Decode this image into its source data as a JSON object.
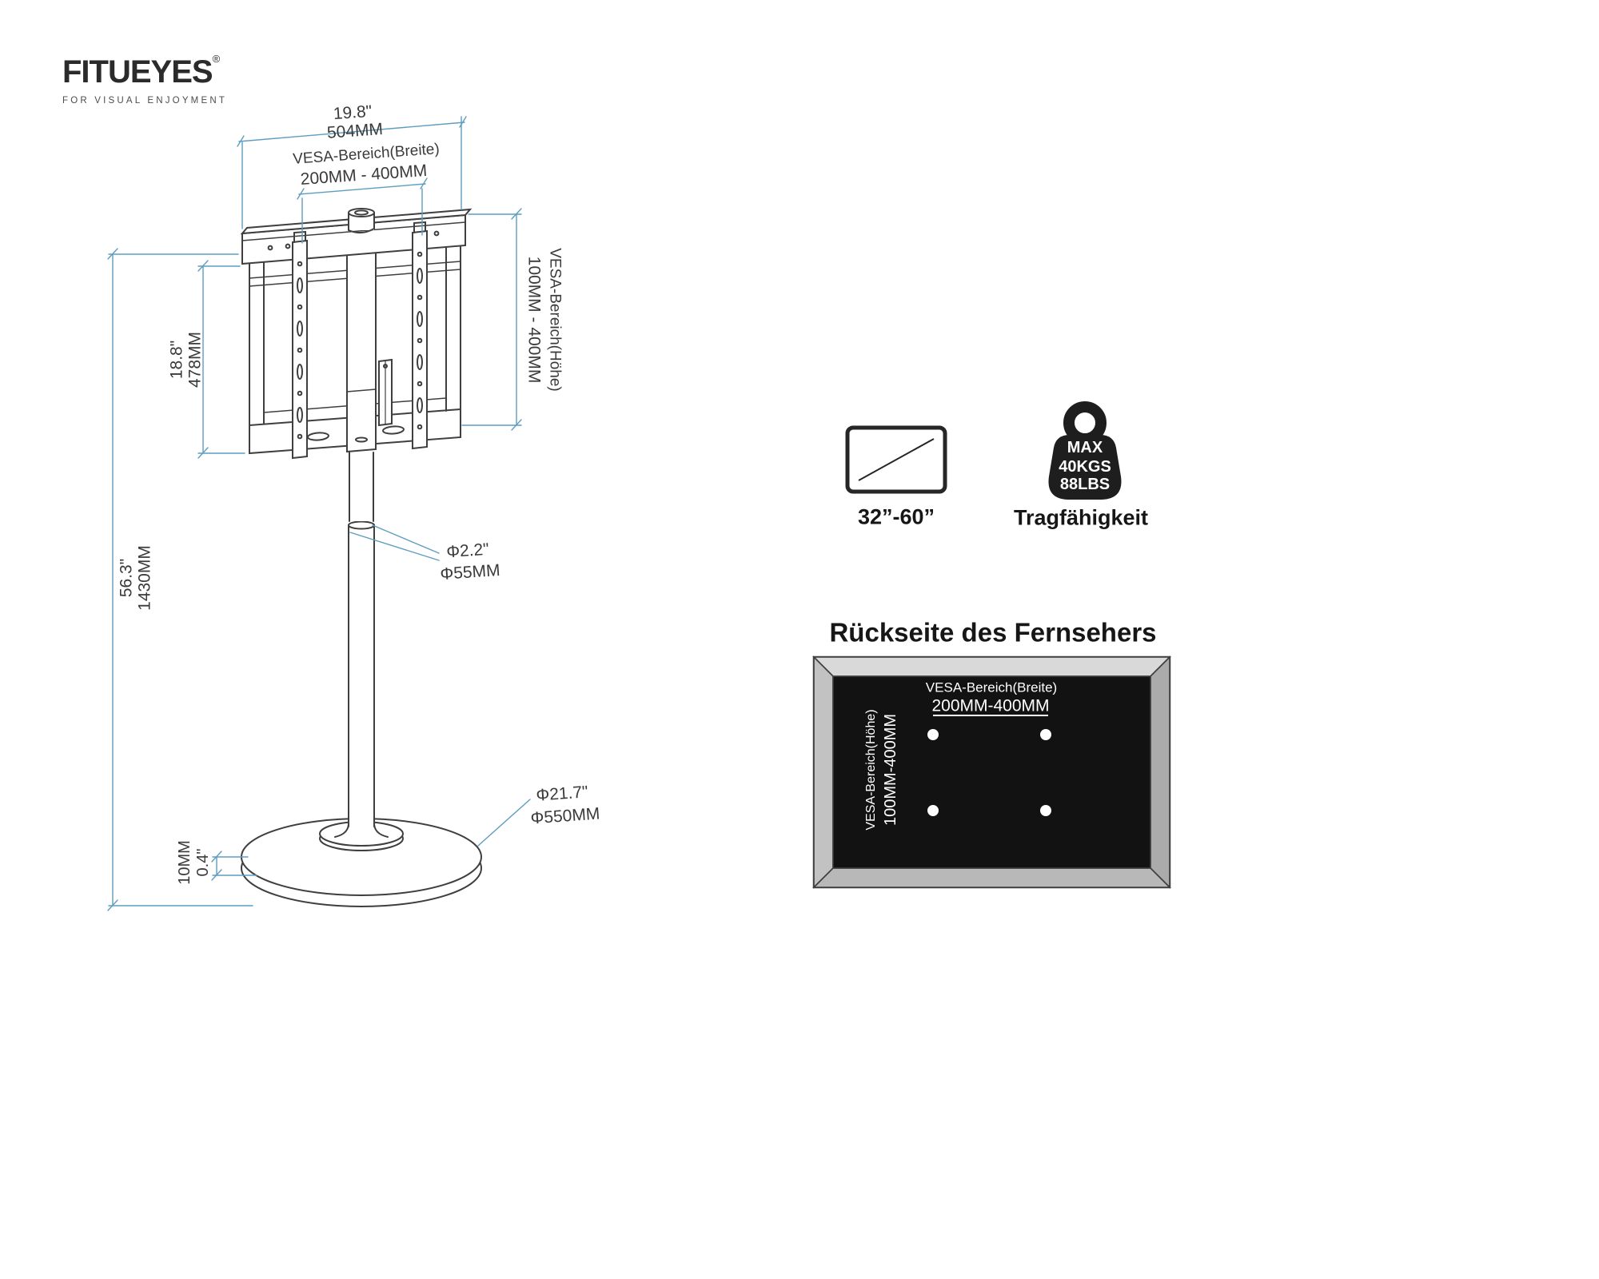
{
  "brand": {
    "name": "FITUEYES",
    "reg": "®",
    "tagline": "FOR VISUAL ENJOYMENT"
  },
  "stand": {
    "top_width": {
      "inches": "19.8\"",
      "mm": "504MM"
    },
    "vesa_width": {
      "label": "VESA-Bereich(Breite)",
      "range": "200MM - 400MM"
    },
    "vesa_height": {
      "label": "VESA-Bereich(Höhe)",
      "range": "100MM - 400MM"
    },
    "bracket_height": {
      "inches": "18.8\"",
      "mm": "478MM"
    },
    "total_height": {
      "inches": "56.3\"",
      "mm": "1430MM"
    },
    "pole_diameter": {
      "inches": "Φ2.2\"",
      "mm": "Φ55MM"
    },
    "base_diameter": {
      "inches": "Φ21.7\"",
      "mm": "Φ550MM"
    },
    "base_thickness": {
      "inches": "0.4\"",
      "mm": "10MM"
    }
  },
  "specs": {
    "screen_range": "32”-60”",
    "weight": {
      "max": "MAX",
      "kgs": "40KGS",
      "lbs": "88LBS",
      "label": "Tragfähigkeit"
    }
  },
  "back_panel": {
    "title": "Rückseite des Fernsehers",
    "vesa_width_label": "VESA-Bereich(Breite)",
    "vesa_width_range": "200MM-400MM",
    "vesa_height_label": "VESA-Bereich(Höhe)",
    "vesa_height_range": "100MM-400MM"
  },
  "colors": {
    "dimension_line": "#5d9dbf",
    "drawing_line": "#3f3f3f",
    "panel_black": "#121212"
  }
}
